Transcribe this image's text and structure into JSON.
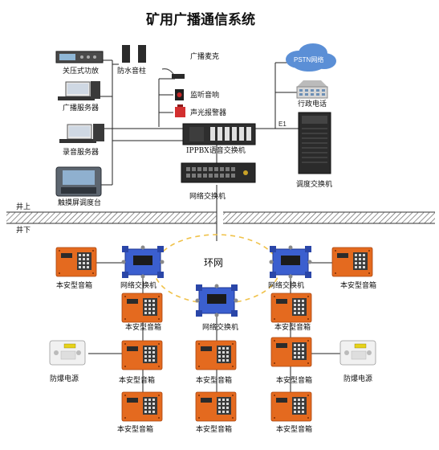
{
  "title": "矿用广播通信系统",
  "surface": {
    "amplifier": "关压式功放",
    "speaker_pole": "防水音柱",
    "broadcast_server": "广播服务器",
    "recording_server": "录音服务器",
    "touch_console": "触摸屏调度台",
    "microphone": "广播麦克",
    "monitor_speaker": "监听音响",
    "alarm": "声光报警器",
    "ippbx": "IPPBX语音交换机",
    "network_switch": "网络交换机",
    "pstn_cloud": "PSTN网络",
    "admin_phone": "行政电话",
    "e1_link": "E1",
    "dispatch_switch": "调度交换机"
  },
  "divider": {
    "above": "井上",
    "below": "井下"
  },
  "underground": {
    "ring": "环网",
    "switch_label": "网络交换机",
    "speaker_label": "本安型音箱",
    "power_label": "防爆电源"
  },
  "colors": {
    "orange_box": "#e46a1f",
    "blue_switch": "#3b5fcf",
    "ring": "#f0c24a",
    "divider_hatch": "#555555"
  }
}
